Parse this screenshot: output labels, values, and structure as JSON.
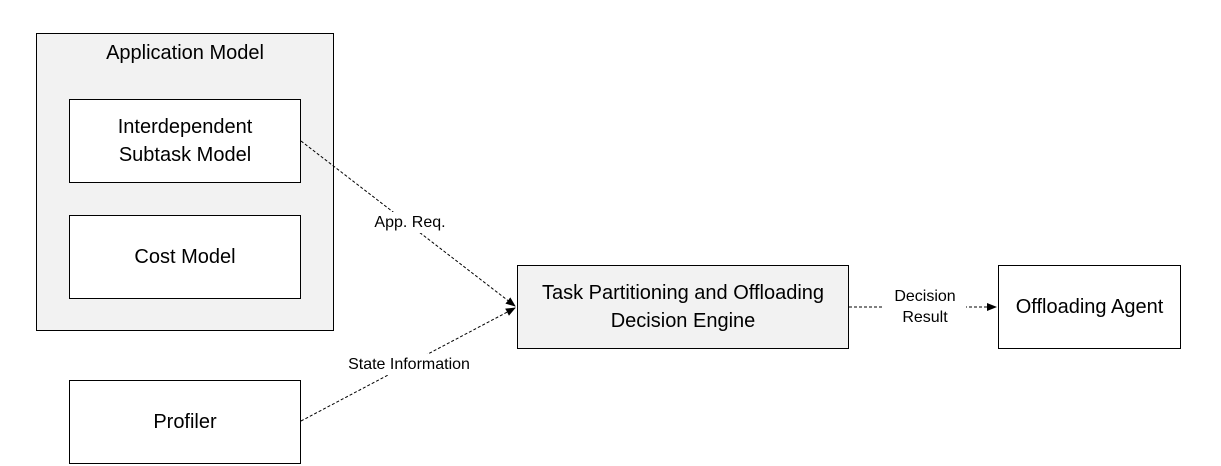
{
  "diagram": {
    "application_model": {
      "title": "Application Model",
      "subtask_model": "Interdependent\nSubtask Model",
      "cost_model": "Cost Model"
    },
    "profiler": "Profiler",
    "decision_engine": "Task Partitioning and Offloading\nDecision Engine",
    "offloading_agent": "Offloading Agent",
    "edges": {
      "app_req": "App. Req.",
      "state_information": "State Information",
      "decision_result": "Decision\nResult"
    },
    "colors": {
      "stroke": "#000000",
      "shaded_fill": "#f2f2f2",
      "white_fill": "#ffffff"
    }
  }
}
